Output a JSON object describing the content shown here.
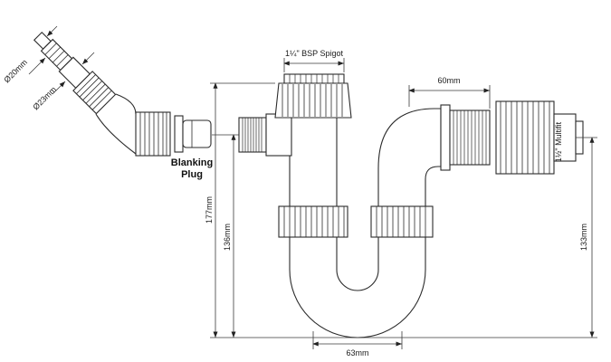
{
  "figure": {
    "bg": "#ffffff",
    "line_color": "#2b2b2b",
    "labels": {
      "dia_small": "Ø20mm",
      "dia_large": "Ø23mm",
      "blanking_plug": "Blanking Plug",
      "bsp_spigot": "1¼\" BSP Spigot",
      "dim_top_right": "60mm",
      "multifit": "1½\" Multifit",
      "dim_overall_height": "177mm",
      "dim_inlet_height": "136mm",
      "dim_outlet_height": "133mm",
      "dim_bottom_width": "63mm"
    }
  }
}
